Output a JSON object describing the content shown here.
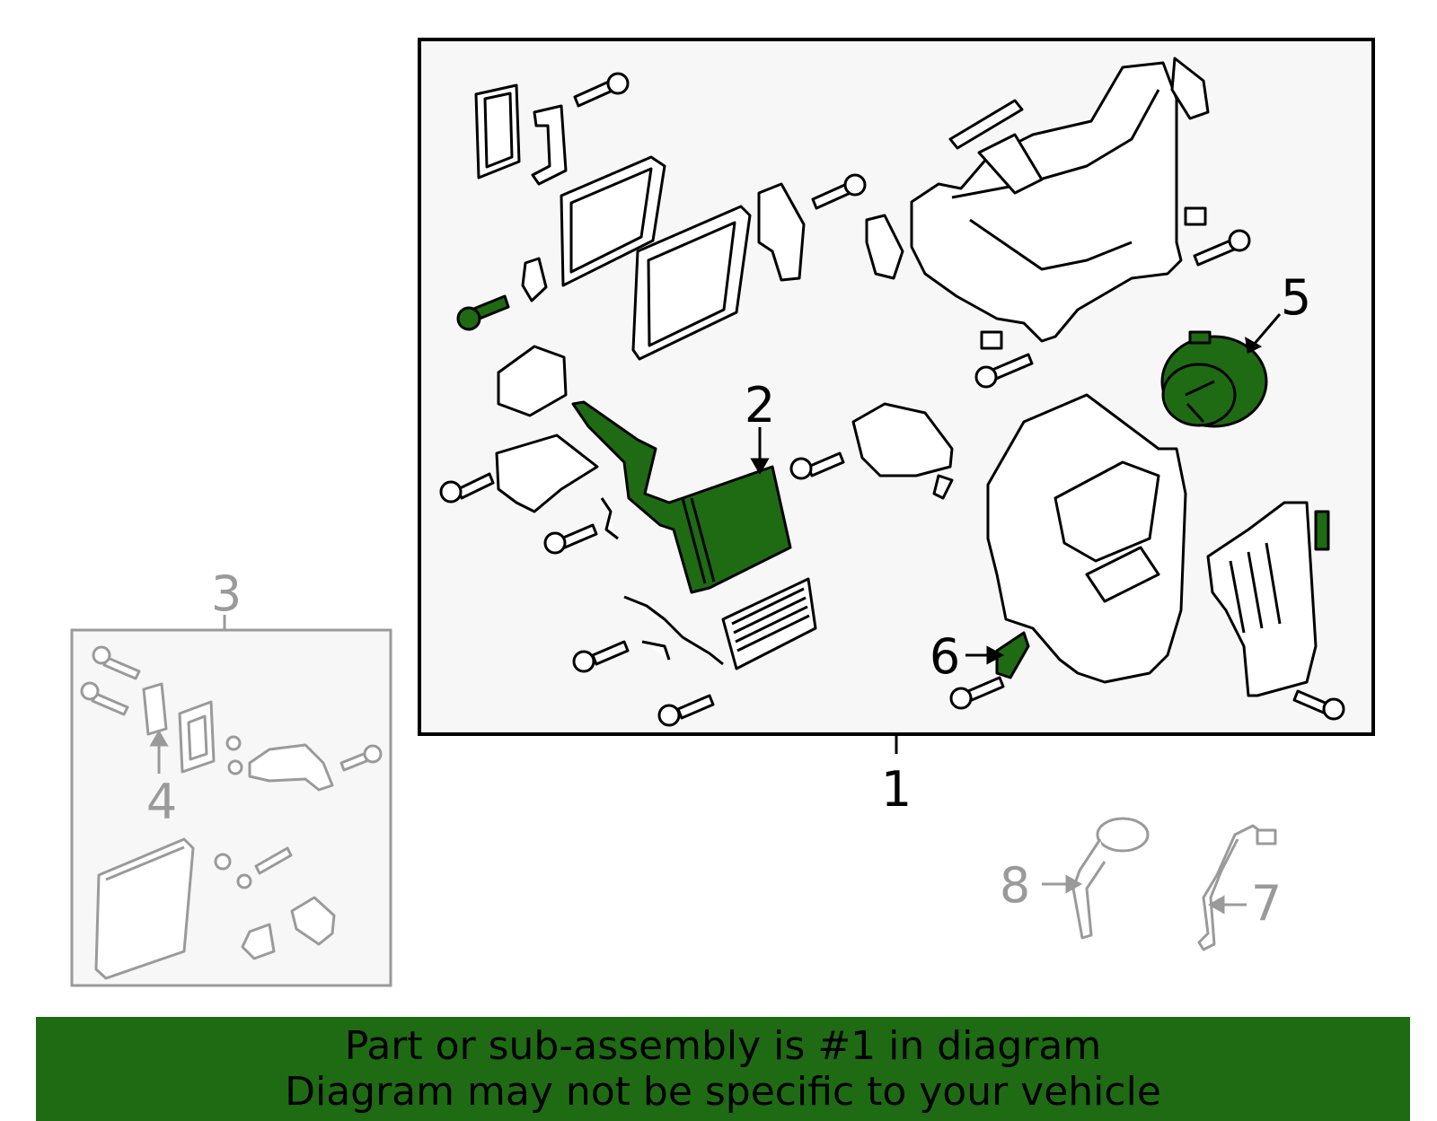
{
  "colors": {
    "highlight": "#1e6b14",
    "outline": "#000000",
    "muted": "#9a9a9a",
    "panel": "#f7f7f7",
    "banner": "#1e6b14"
  },
  "callouts": {
    "c1": "1",
    "c2": "2",
    "c3": "3",
    "c4": "4",
    "c5": "5",
    "c6": "6",
    "c7": "7",
    "c8": "8"
  },
  "banner": {
    "line1": "Part or sub-assembly is #1 in diagram",
    "line2": "Diagram may not be specific to your vehicle"
  }
}
